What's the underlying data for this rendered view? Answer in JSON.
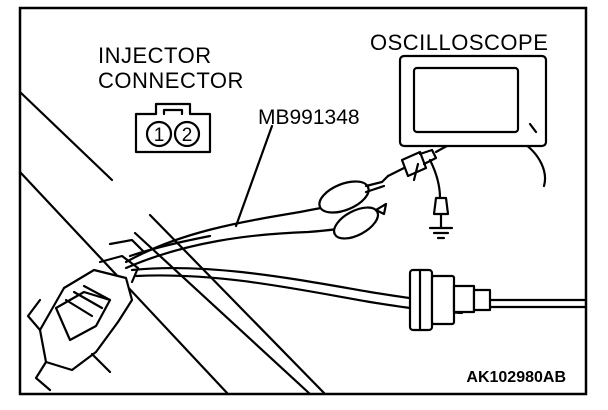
{
  "labels": {
    "injector_line1": "INJECTOR",
    "injector_line2": "CONNECTOR",
    "tool_code": "MB991348",
    "oscilloscope": "OSCILLOSCOPE",
    "figure_id": "AK102980AB"
  },
  "connector_pins": [
    "1",
    "2"
  ]
}
